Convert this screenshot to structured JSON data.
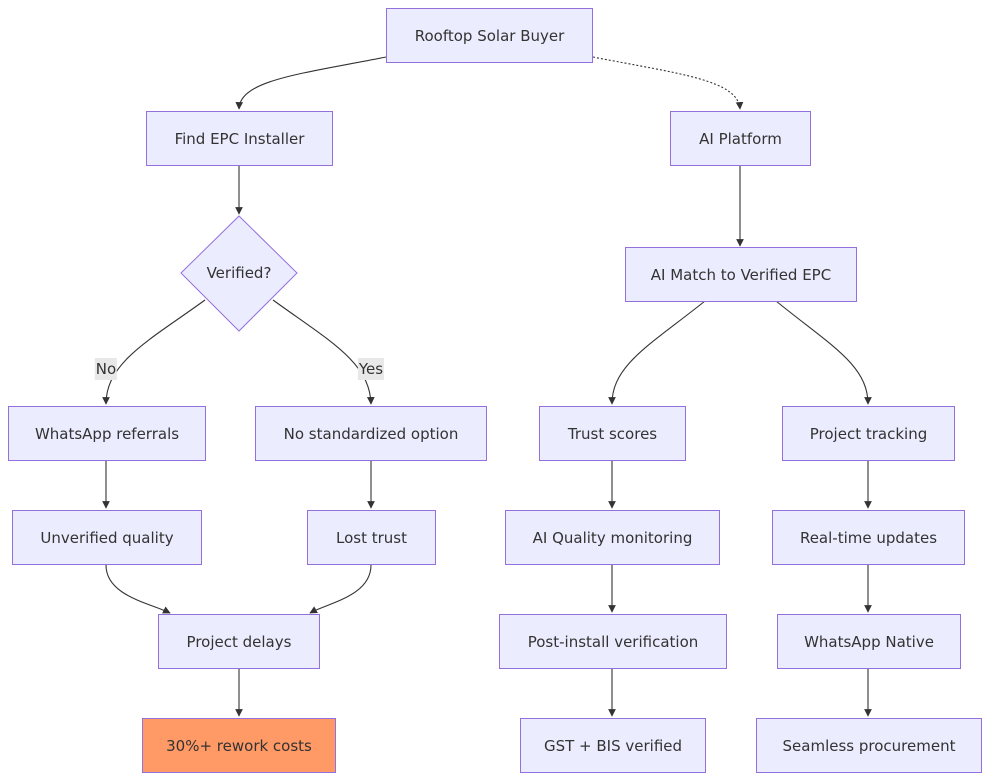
{
  "nodes": {
    "buyer": "Rooftop Solar Buyer",
    "find_epc": "Find EPC Installer",
    "ai_platform": "AI Platform",
    "verified": "Verified?",
    "ai_match": "AI Match to Verified EPC",
    "whatsapp_referrals": "WhatsApp referrals",
    "no_standardized": "No standardized option",
    "trust_scores": "Trust scores",
    "project_tracking": "Project tracking",
    "unverified_quality": "Unverified quality",
    "lost_trust": "Lost trust",
    "ai_quality": "AI Quality monitoring",
    "realtime": "Real-time updates",
    "project_delays": "Project delays",
    "post_install": "Post-install verification",
    "whatsapp_native": "WhatsApp Native",
    "rework_costs": "30%+ rework costs",
    "gst_bis": "GST + BIS verified",
    "seamless": "Seamless procurement"
  },
  "edge_labels": {
    "no": "No",
    "yes": "Yes"
  },
  "colors": {
    "node_fill": "#ececff",
    "node_border": "#9370db",
    "edge": "#333333",
    "highlight_fill": "#ff9966"
  }
}
